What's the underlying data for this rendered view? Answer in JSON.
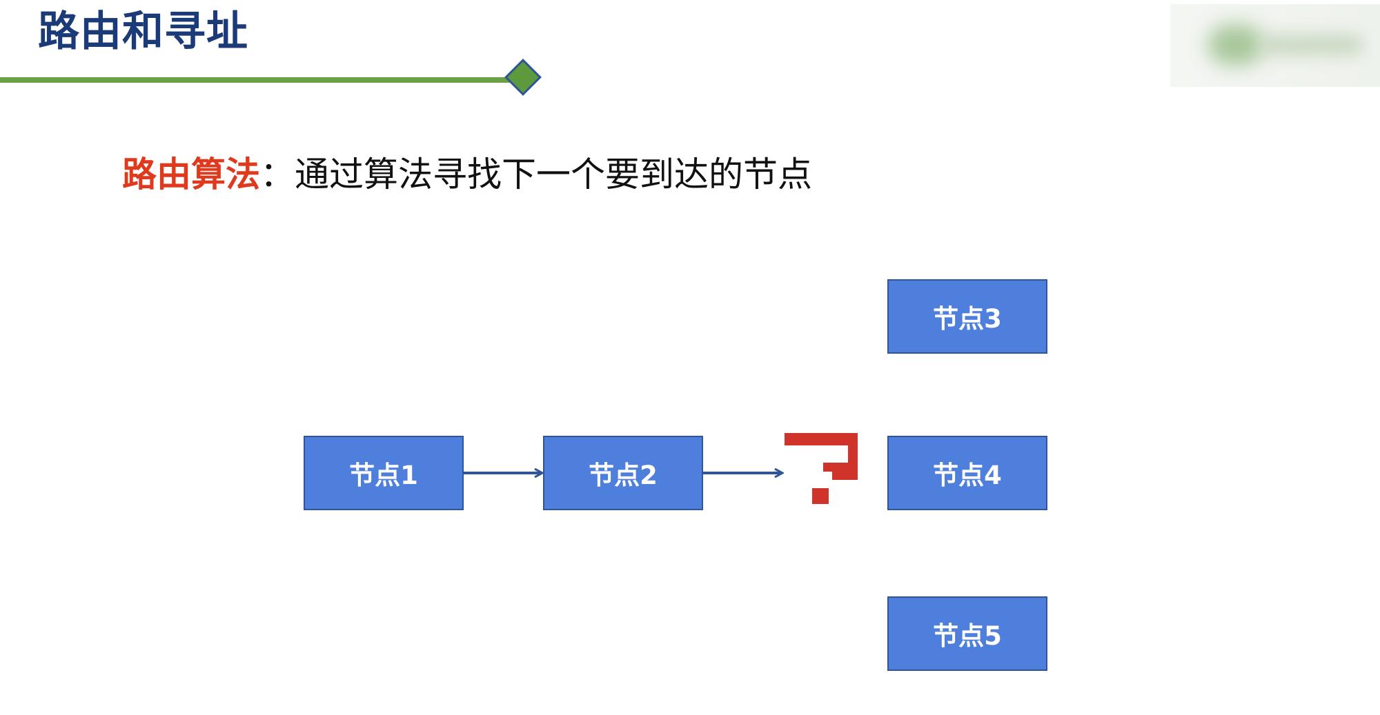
{
  "title": "路由和寻址",
  "definition": {
    "term": "路由算法",
    "separator": "：",
    "text": "通过算法寻找下一个要到达的节点"
  },
  "nodes": {
    "n1": "节点1",
    "n2": "节点2",
    "n3": "节点3",
    "n4": "节点4",
    "n5": "节点5"
  },
  "colors": {
    "title": "#1b3a78",
    "accent_line": "#6aa046",
    "term": "#e03a1e",
    "node_fill": "#4f7fdc",
    "node_border": "#2f5597",
    "arrow": "#2f5597",
    "question_mark": "#d0332a"
  },
  "icons": {
    "question": "question-mark-icon",
    "decor": "diamond-icon"
  }
}
